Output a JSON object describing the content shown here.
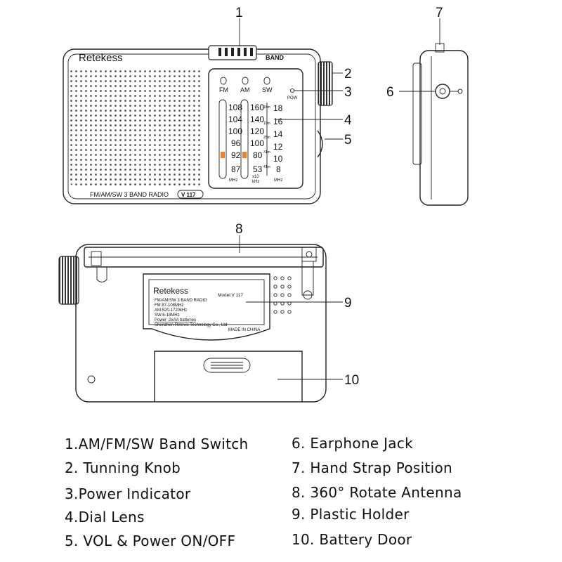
{
  "front": {
    "brand": "Retekess",
    "band_label": "BAND",
    "band_names": [
      "FM",
      "AM",
      "SW"
    ],
    "pow_label": "POW",
    "fm_scale": [
      "108",
      "104",
      "100",
      "96",
      "92",
      "87"
    ],
    "fm_unit": "MHz",
    "am_scale": [
      "160",
      "140",
      "120",
      "100",
      "80",
      "53"
    ],
    "am_unit_line1": "x10",
    "am_unit_line2": "kHz",
    "sw_scale": [
      "18",
      "16",
      "14",
      "12",
      "10",
      "8"
    ],
    "sw_unit": "MHz",
    "sw_meter_bands": [
      "16m",
      "19m",
      "25m",
      "31m",
      "41m"
    ],
    "model_text": "FM/AM/SW 3 BAND RADIO",
    "model_badge": "V 117"
  },
  "back_label": {
    "brand": "Retekess",
    "model": "Model:V 117",
    "line1": "FM/AM/SW 3 BAND RADIO",
    "line2": "FM:87-108MHz",
    "line3": "AM:520-1720kHz",
    "line4": "SW:6-18MHz",
    "line5": "Power :2xAA batteries",
    "line6": "Shenzhen Retevis Technology Co., Ltd",
    "line7": "MADE IN CHINA"
  },
  "callouts": [
    "1",
    "2",
    "3",
    "4",
    "5",
    "6",
    "7",
    "8",
    "9",
    "10"
  ],
  "legend": [
    "1.AM/FM/SW Band Switch",
    "2. Tunning Knob",
    "3.Power Indicator",
    "4.Dial Lens",
    "5. VOL & Power ON/OFF",
    "6. Earphone Jack",
    "7. Hand Strap Position",
    "8. 360° Rotate Antenna",
    "9. Plastic Holder",
    "10. Battery Door"
  ],
  "colors": {
    "indicator": "#e8822a",
    "line": "#222222"
  }
}
